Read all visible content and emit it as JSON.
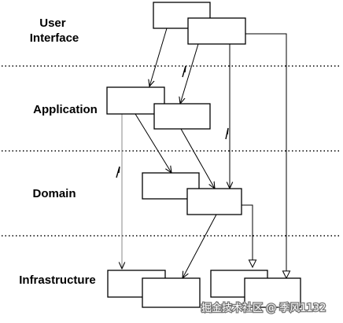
{
  "layers": {
    "user_interface": [
      "User",
      "Interface"
    ],
    "application": "Application",
    "domain": "Domain",
    "infrastructure": "Infrastructure"
  },
  "watermark": "掘金技术社区 @ 季风1132"
}
